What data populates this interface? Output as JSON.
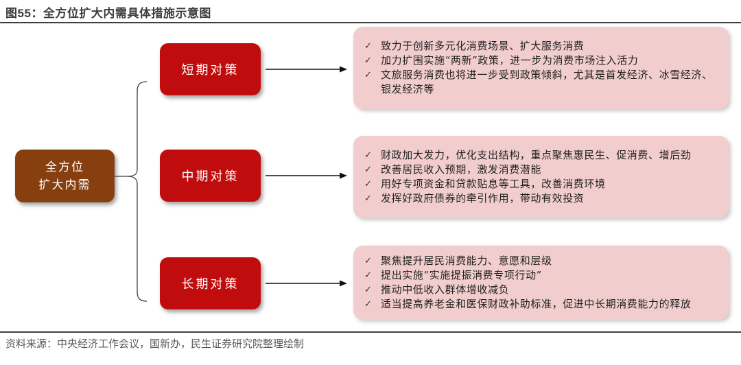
{
  "figure": {
    "title": "图55：全方位扩大内需具体措施示意图",
    "source": "资料来源：中央经济工作会议，国新办，民生证券研究院整理绘制"
  },
  "bullet_glyph": "✓",
  "root": {
    "line1": "全方位",
    "line2": "扩大内需"
  },
  "branches": [
    {
      "label": "短期对策",
      "items": [
        "致力于创新多元化消费场景、扩大服务消费",
        "加力扩围实施“两新”政策，进一步为消费市场注入活力",
        "文旅服务消费也将进一步受到政策倾斜，尤其是首发经济、冰雪经济、银发经济等"
      ]
    },
    {
      "label": "中期对策",
      "items": [
        "财政加大发力，优化支出结构，重点聚焦惠民生、促消费、增后劲",
        "改善居民收入预期，激发消费潜能",
        "用好专项资金和贷款贴息等工具，改善消费环境",
        "发挥好政府债券的牵引作用，带动有效投资"
      ]
    },
    {
      "label": "长期对策",
      "items": [
        "聚焦提升居民消费能力、意愿和层级",
        "提出实施“实施提振消费专项行动”",
        "推动中低收入群体增收减负",
        "适当提高养老金和医保财政补助标准，促进中长期消费能力的释放"
      ]
    }
  ],
  "colors": {
    "red": "#C00C0C",
    "brown": "#873F10",
    "pink": "#F2CDCD",
    "title_text": "#3D3D3D",
    "rule": "#3F3F3F",
    "source_text": "#595959",
    "body_text": "#1F1F1F"
  }
}
